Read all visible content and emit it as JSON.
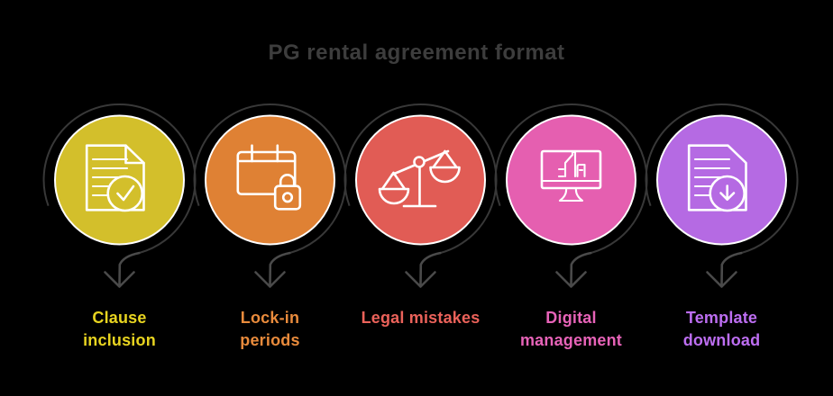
{
  "title": "PG rental agreement format",
  "colors": {
    "background": "#000000",
    "title": "#3d3d3d",
    "ring": "#383838",
    "arrow": "#4a4a4a",
    "icon_stroke": "#ffffff",
    "circle_border": "#ffffff"
  },
  "items": [
    {
      "label": "Clause\ninclusion",
      "circle_color": "#d3bf2b",
      "label_color": "#e8d420",
      "icon": "document-check-icon"
    },
    {
      "label": "Lock-in\nperiods",
      "circle_color": "#df8134",
      "label_color": "#e98b3c",
      "icon": "calendar-lock-icon"
    },
    {
      "label": "Legal mistakes",
      "circle_color": "#e15c55",
      "label_color": "#eb625a",
      "icon": "justice-scales-icon"
    },
    {
      "label": "Digital\nmanagement",
      "circle_color": "#e55fb0",
      "label_color": "#e763b8",
      "icon": "monitor-document-icon"
    },
    {
      "label": "Template\ndownload",
      "circle_color": "#b56ae3",
      "label_color": "#bd6ef2",
      "icon": "document-download-icon"
    }
  ]
}
